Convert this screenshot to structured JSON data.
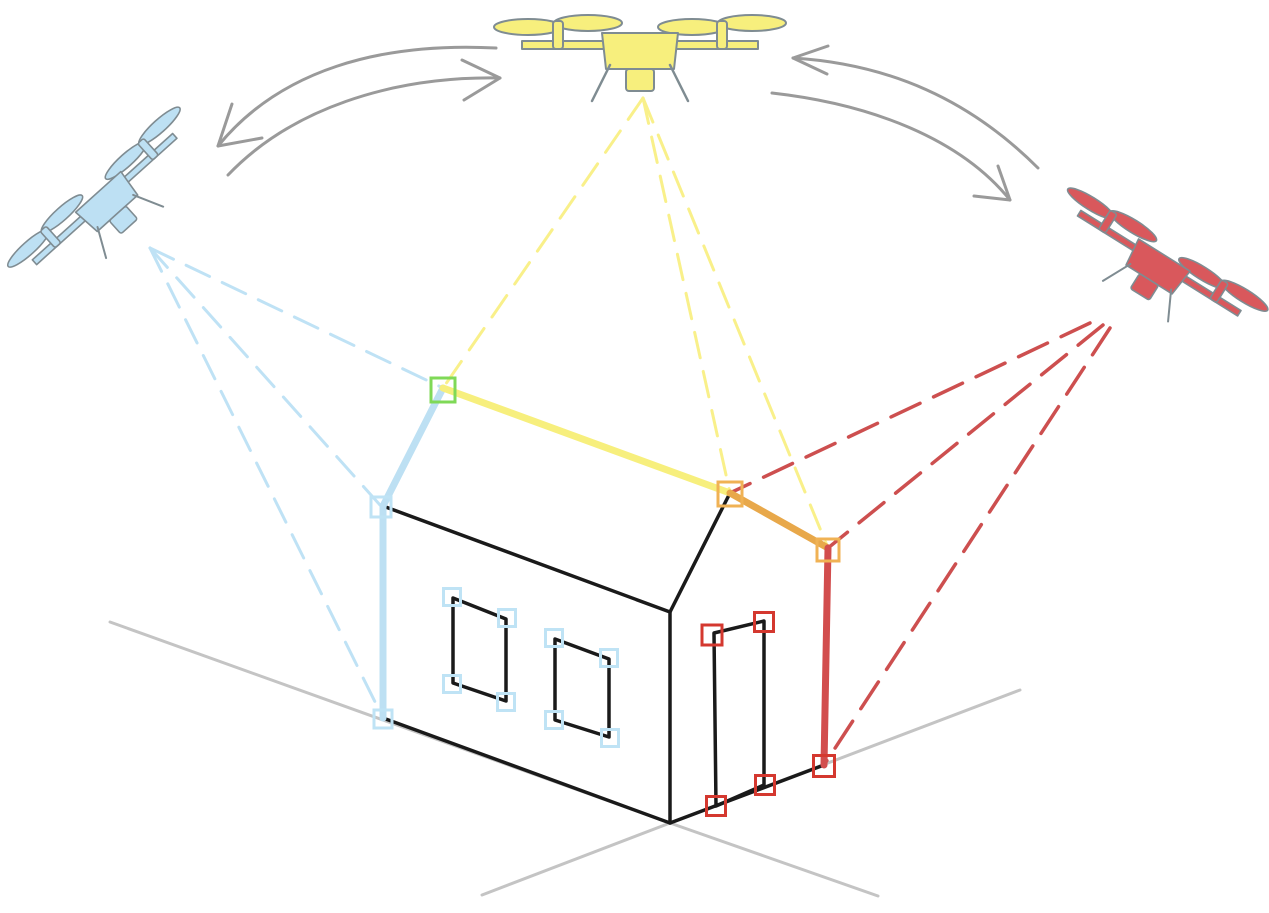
{
  "colors": {
    "background": "#ffffff",
    "building_outline": "#1a1a1a",
    "ground_axes": "#c4c4c4",
    "orbit_arrows": "#9a9a9a",
    "drone_left": "#bde0f3",
    "drone_top": "#f7ef7d",
    "drone_right": "#d9585c",
    "drone_outline": "#7f8c92",
    "ray_left": "#bfe2f5",
    "ray_top": "#f9f08a",
    "ray_right": "#cd4f4f",
    "edge_left": "#bde0f3",
    "edge_top": "#f7ef7d",
    "edge_right": "#d24d4d",
    "edge_shared": "#e8a84a",
    "marker_left": "#bfe3f5",
    "marker_right": "#d4382f",
    "marker_shared_left_top": "#7fd957",
    "marker_shared_top_right": "#f0b254"
  },
  "icons": {
    "drone": "quadcopter-drone-icon",
    "keypoint": "keypoint-square-marker",
    "orbit": "curved-arrow"
  },
  "drones": [
    {
      "id": "drone-left",
      "color_key": "drone_left",
      "tilt_deg": -42
    },
    {
      "id": "drone-top",
      "color_key": "drone_top",
      "tilt_deg": 0
    },
    {
      "id": "drone-right",
      "color_key": "drone_right",
      "tilt_deg": 32
    }
  ]
}
